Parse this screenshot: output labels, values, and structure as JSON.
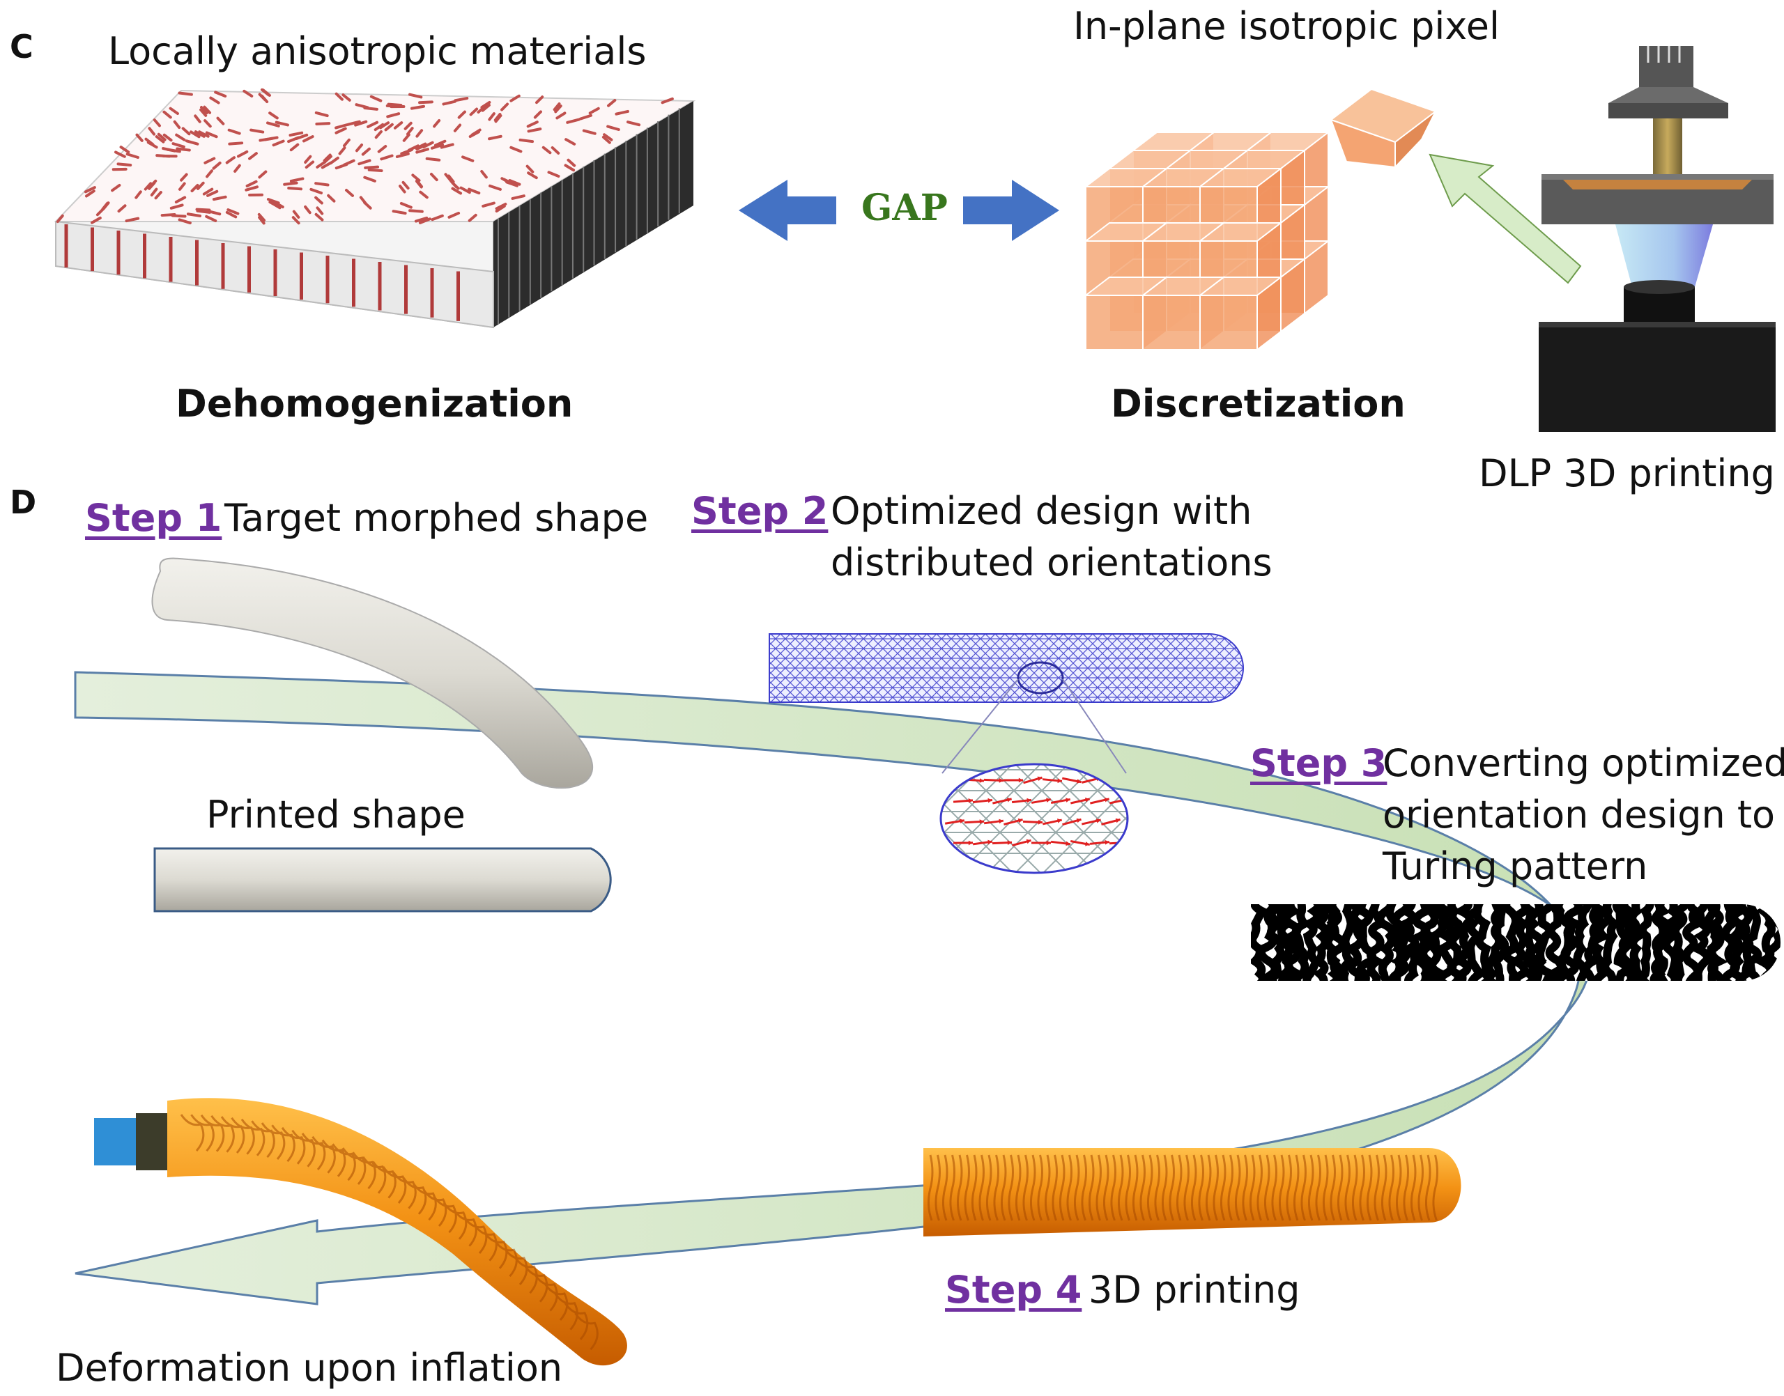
{
  "panel_c": {
    "letter": "C",
    "title_left": "Locally anisotropic materials",
    "title_right": "In-plane isotropic pixel",
    "label_dehomogenization": "Dehomogenization",
    "label_discretization": "Discretization",
    "gap_label": "GAP",
    "label_printer": "DLP 3D printing"
  },
  "panel_d": {
    "letter": "D",
    "step1": {
      "tag": "Step 1",
      "text": "Target morphed shape"
    },
    "step2": {
      "tag": "Step 2",
      "line1": "Optimized design with",
      "line2": "distributed orientations"
    },
    "step3": {
      "tag": "Step 3",
      "line1": "Converting optimized",
      "line2": "orientation design to",
      "line3": "Turing pattern"
    },
    "step4": {
      "tag": "Step 4",
      "text": "3D printing"
    },
    "printed_shape": "Printed shape",
    "deformation": "Deformation upon inflation"
  },
  "colors": {
    "step_tag": "#7030a0",
    "gap_text": "#38761d",
    "blue_arrow": "#4472c4",
    "flow_band": "#d6e9c9",
    "cube_orange": "#f5a878",
    "printed_orange": "#f08a12",
    "mesh_blue": "#3333cc",
    "red_arrow": "#e02020"
  }
}
